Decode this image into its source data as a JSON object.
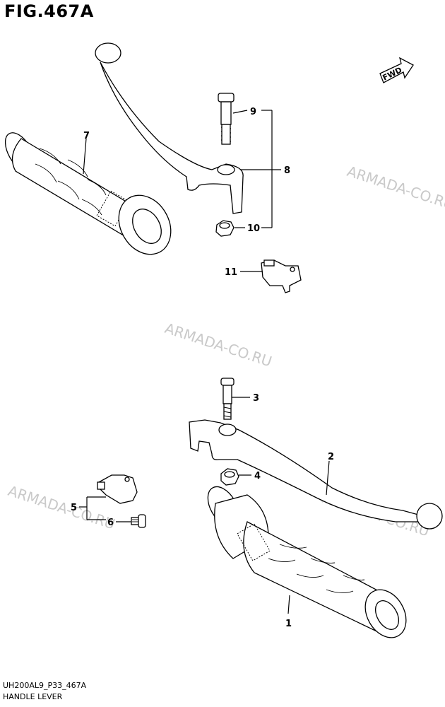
{
  "figure": {
    "title": "FIG.467A",
    "code": "UH200AL9_P33_467A",
    "name": "HANDLE LEVER"
  },
  "fwd_label": "FWD",
  "watermark": "ARMADA-CO.RU",
  "callouts": {
    "c1": "1",
    "c2": "2",
    "c3": "3",
    "c4": "4",
    "c5": "5",
    "c6": "6",
    "c7": "7",
    "c8": "8",
    "c9": "9",
    "c10": "10",
    "c11": "11"
  }
}
